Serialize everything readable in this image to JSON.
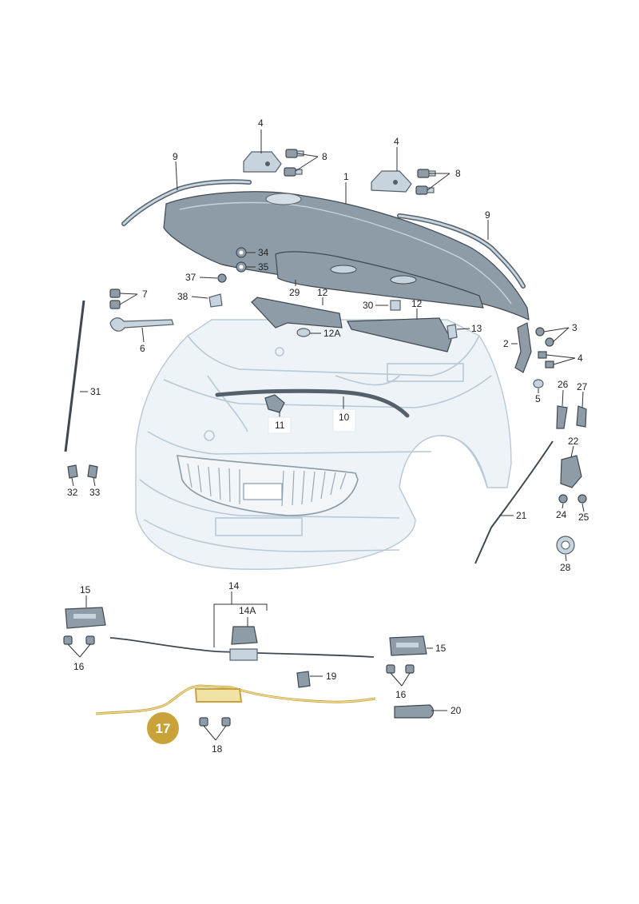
{
  "callouts": [
    {
      "id": "c1",
      "text": "1"
    },
    {
      "id": "c2",
      "text": "2"
    },
    {
      "id": "c3",
      "text": "3"
    },
    {
      "id": "c4a",
      "text": "4"
    },
    {
      "id": "c4b",
      "text": "4"
    },
    {
      "id": "c4c",
      "text": "4"
    },
    {
      "id": "c5",
      "text": "5"
    },
    {
      "id": "c6",
      "text": "6"
    },
    {
      "id": "c7",
      "text": "7"
    },
    {
      "id": "c8a",
      "text": "8"
    },
    {
      "id": "c8b",
      "text": "8"
    },
    {
      "id": "c9a",
      "text": "9"
    },
    {
      "id": "c9b",
      "text": "9"
    },
    {
      "id": "c10",
      "text": "10"
    },
    {
      "id": "c11",
      "text": "11"
    },
    {
      "id": "c12a",
      "text": "12"
    },
    {
      "id": "c12b",
      "text": "12"
    },
    {
      "id": "c12A",
      "text": "12A"
    },
    {
      "id": "c13",
      "text": "13"
    },
    {
      "id": "c14",
      "text": "14"
    },
    {
      "id": "c14A",
      "text": "14A"
    },
    {
      "id": "c15a",
      "text": "15"
    },
    {
      "id": "c15b",
      "text": "15"
    },
    {
      "id": "c16a",
      "text": "16"
    },
    {
      "id": "c16b",
      "text": "16"
    },
    {
      "id": "c18",
      "text": "18"
    },
    {
      "id": "c19",
      "text": "19"
    },
    {
      "id": "c20",
      "text": "20"
    },
    {
      "id": "c21",
      "text": "21"
    },
    {
      "id": "c22",
      "text": "22"
    },
    {
      "id": "c24",
      "text": "24"
    },
    {
      "id": "c25",
      "text": "25"
    },
    {
      "id": "c26",
      "text": "26"
    },
    {
      "id": "c27",
      "text": "27"
    },
    {
      "id": "c28",
      "text": "28"
    },
    {
      "id": "c29",
      "text": "29"
    },
    {
      "id": "c30",
      "text": "30"
    },
    {
      "id": "c31",
      "text": "31"
    },
    {
      "id": "c32",
      "text": "32"
    },
    {
      "id": "c33",
      "text": "33"
    },
    {
      "id": "c34",
      "text": "34"
    },
    {
      "id": "c35",
      "text": "35"
    },
    {
      "id": "c37",
      "text": "37"
    },
    {
      "id": "c38",
      "text": "38"
    }
  ],
  "highlight": {
    "text": "17",
    "color": "#c9a23a"
  },
  "colors": {
    "part": "#c7d3dd",
    "dark": "#8e9ca8",
    "car": "#b8c8d6",
    "highlight": "#c9a23a"
  }
}
